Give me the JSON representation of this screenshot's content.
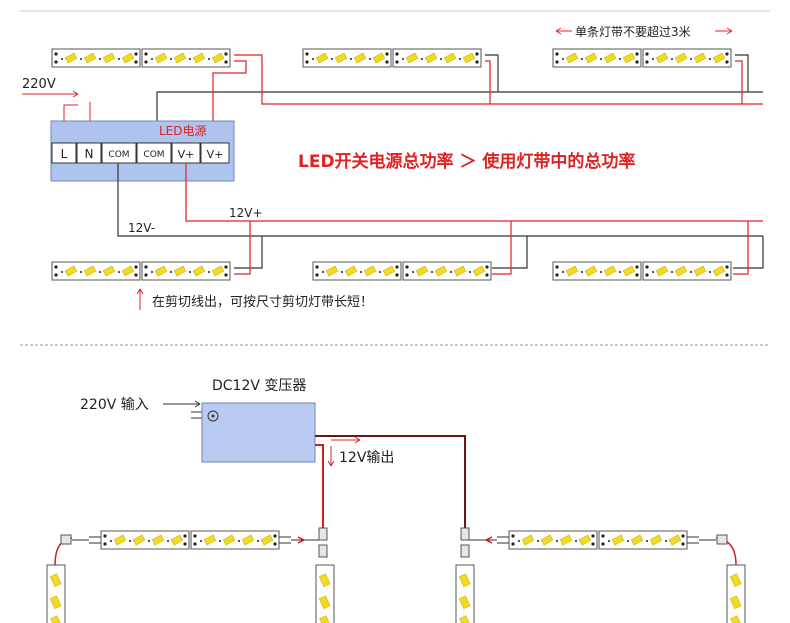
{
  "top": {
    "note_max_length": "单条灯带不要超过3米",
    "input_220v": "220V",
    "psu_label": "LED电源",
    "terminals": [
      "L",
      "N",
      "COM",
      "COM",
      "V+",
      "V+"
    ],
    "headline": "LED开关电源总功率 ＞ 使用灯带中的总功率",
    "label_12v_plus": "12V+",
    "label_12v_minus": "12V-",
    "cut_note": "在剪切线出，可按尺寸剪切灯带长短！"
  },
  "bottom": {
    "transformer_title": "DC12V  变压器",
    "input_label": "220V 输入",
    "output_label": "12V输出"
  },
  "colors": {
    "red_wire": "#e02222",
    "dark_wire": "#333333",
    "psu_fill": "#aec4ee",
    "transformer_fill": "#b9cbf0",
    "headline": "#e02222",
    "strip_led": "#f1da22"
  }
}
